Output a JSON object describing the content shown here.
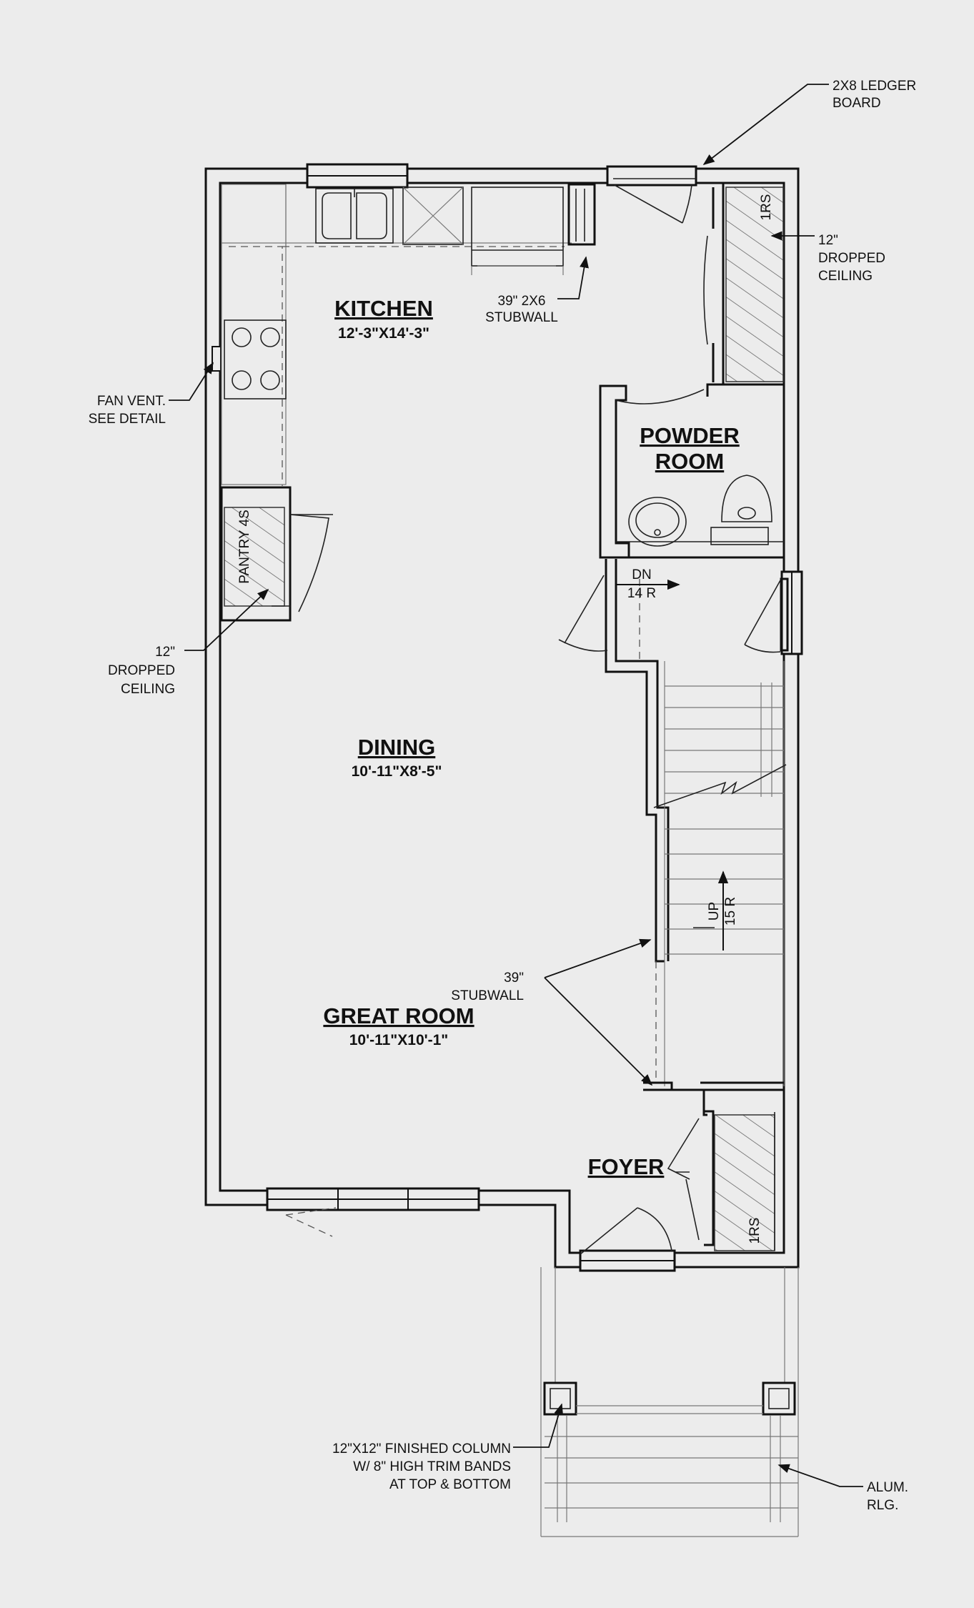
{
  "rooms": {
    "kitchen": {
      "name": "KITCHEN",
      "size": "12'-3\"X14'-3\""
    },
    "powder_room": {
      "line1": "POWDER",
      "line2": "ROOM"
    },
    "dining": {
      "name": "DINING",
      "size": "10'-11\"X8'-5\""
    },
    "great_room": {
      "name": "GREAT ROOM",
      "size": "10'-11\"X10'-1\""
    },
    "foyer": {
      "name": "FOYER"
    },
    "pantry": {
      "name": "PANTRY 4S"
    }
  },
  "notes": {
    "ledger": {
      "line1": "2X8 LEDGER",
      "line2": "BOARD"
    },
    "dropped_ceiling_right": {
      "line1": "12\"",
      "line2": "DROPPED",
      "line3": "CEILING"
    },
    "stubwall_kitchen": {
      "line1": "39\"  2X6",
      "line2": "STUBWALL"
    },
    "fan_vent": {
      "line1": "FAN VENT.",
      "line2": "SEE DETAIL"
    },
    "dropped_ceiling_left": {
      "line1": "12\"",
      "line2": "DROPPED",
      "line3": "CEILING"
    },
    "stubwall_stair": {
      "line1": "39\"",
      "line2": "STUBWALL"
    },
    "column": {
      "line1": "12\"X12\"  FINISHED COLUMN",
      "line2": "W/  8\"  HIGH TRIM BANDS",
      "line3": "AT TOP  &  BOTTOM"
    },
    "railing": {
      "line1": "ALUM.",
      "line2": "RLG."
    }
  },
  "stairs": {
    "down": {
      "line1": "DN",
      "line2": "14  R"
    },
    "up": {
      "line1": "UP",
      "line2": "15 R"
    }
  },
  "closets": {
    "top_label": "1RS",
    "bottom_label": "1RS"
  }
}
